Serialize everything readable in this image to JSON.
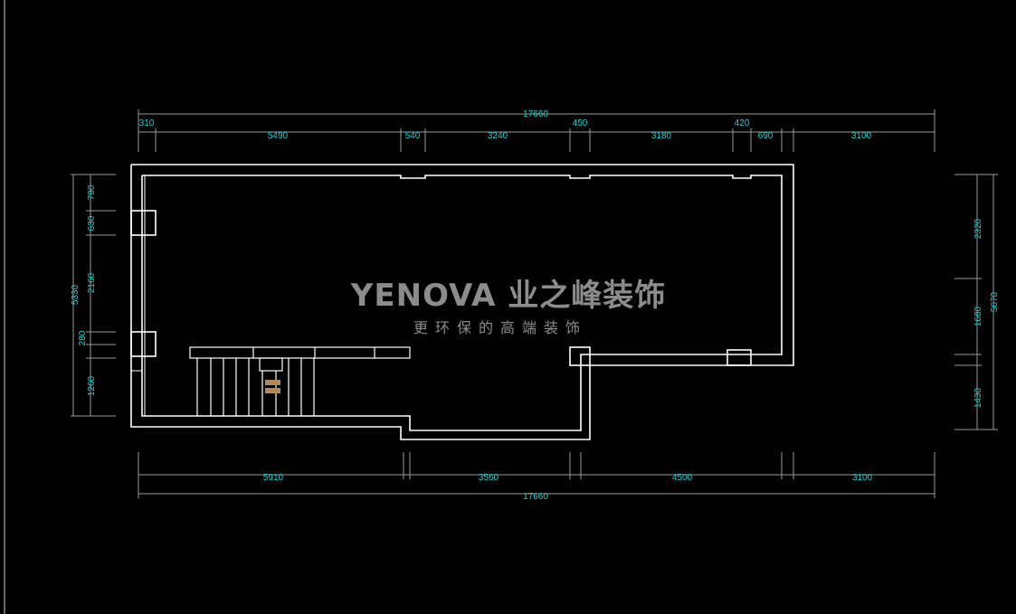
{
  "colors": {
    "background": "#000000",
    "wall": "#ffffff",
    "dim_line": "#9a9a9a",
    "dim_text": "#19d1cf",
    "watermark": "#8c8c8c",
    "marker": "#b08a5a"
  },
  "watermark": {
    "brand": "YENOVA 业之峰装饰",
    "slogan": "更环保的高端装饰"
  },
  "dimensions": {
    "top": {
      "total": "17660",
      "segments": [
        "310",
        "5490",
        "540",
        "3240",
        "450",
        "3180",
        "420",
        "690",
        "3100"
      ]
    },
    "bottom": {
      "total": "17660",
      "segments": [
        "5910",
        "3560",
        "4500",
        "3100"
      ]
    },
    "left": {
      "total": "5330",
      "segments": [
        "790",
        "630",
        "2160",
        "280",
        "1260"
      ]
    },
    "right": {
      "total": "5670",
      "segments": [
        "2320",
        "1680",
        "1430"
      ]
    }
  }
}
